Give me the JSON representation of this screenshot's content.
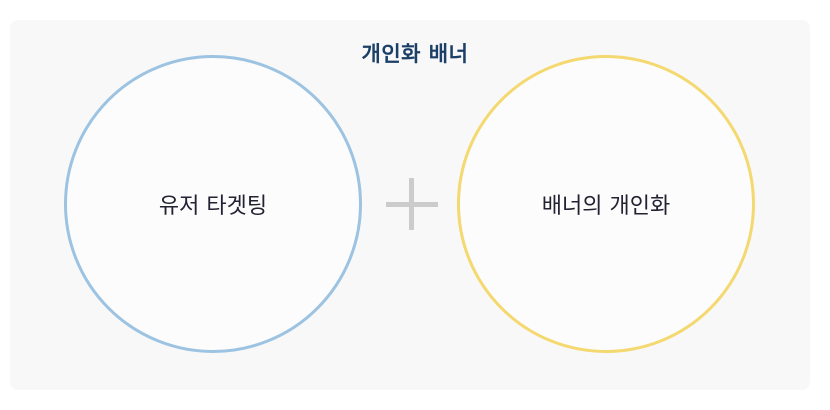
{
  "diagram": {
    "title": "개인화 배너",
    "left_circle": {
      "label": "유저 타겟팅",
      "color": "#9dc3e2"
    },
    "right_circle": {
      "label": "배너의 개인화",
      "color": "#f4d870"
    },
    "operator_icon": "plus-icon",
    "operator_color": "#cccccc",
    "title_color": "#1b3f66",
    "panel_color": "#f8f8f8"
  }
}
